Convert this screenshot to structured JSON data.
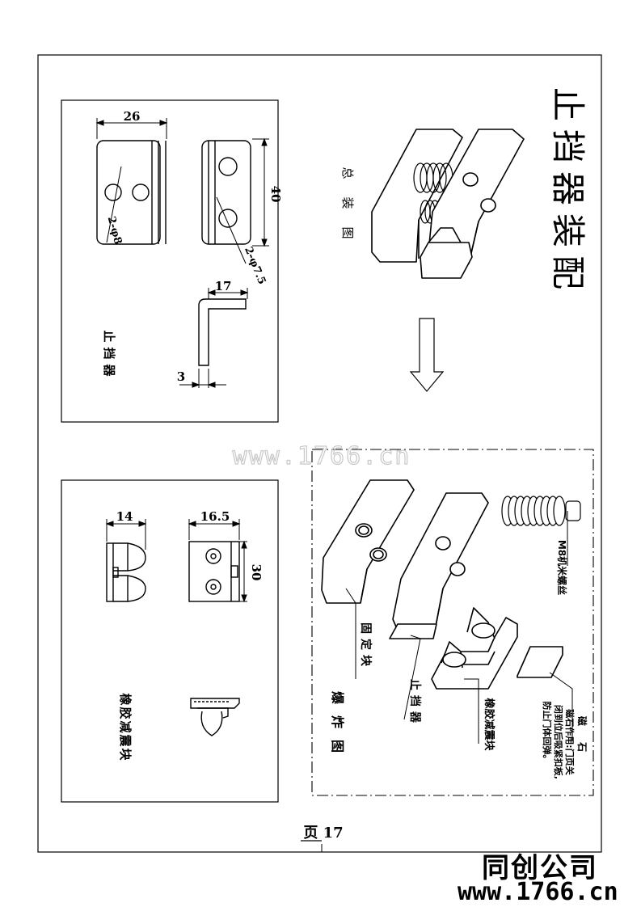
{
  "title": "止挡器装配",
  "assembly": {
    "label": "总装图"
  },
  "exploded": {
    "label": "爆炸图",
    "callout_screw": "M8机米螺丝",
    "callout_fixed_block": "固定块",
    "callout_stopper": "止挡器",
    "callout_rubber": "橡胶减震块",
    "callout_magnet_title": "磁 石",
    "callout_magnet_desc": [
      "磁石作用:门页关",
      "闭到位后吸紧扣板,",
      "防止门体回弹。"
    ]
  },
  "stopper_panel": {
    "label": "止挡器",
    "dim_width": "26",
    "dim_height": "40",
    "dim_hole_small": "2-φ8",
    "dim_hole_large": "2-φ7.5",
    "dim_flange": "17",
    "dim_thickness": "3"
  },
  "rubber_panel": {
    "label": "橡胶减震块",
    "dim_width_a": "14",
    "dim_width_b": "16.5",
    "dim_height": "30"
  },
  "watermark": "www.1766.cn",
  "page_label": "页 17",
  "company": "同创公司",
  "company_url": "www.1766.cn"
}
